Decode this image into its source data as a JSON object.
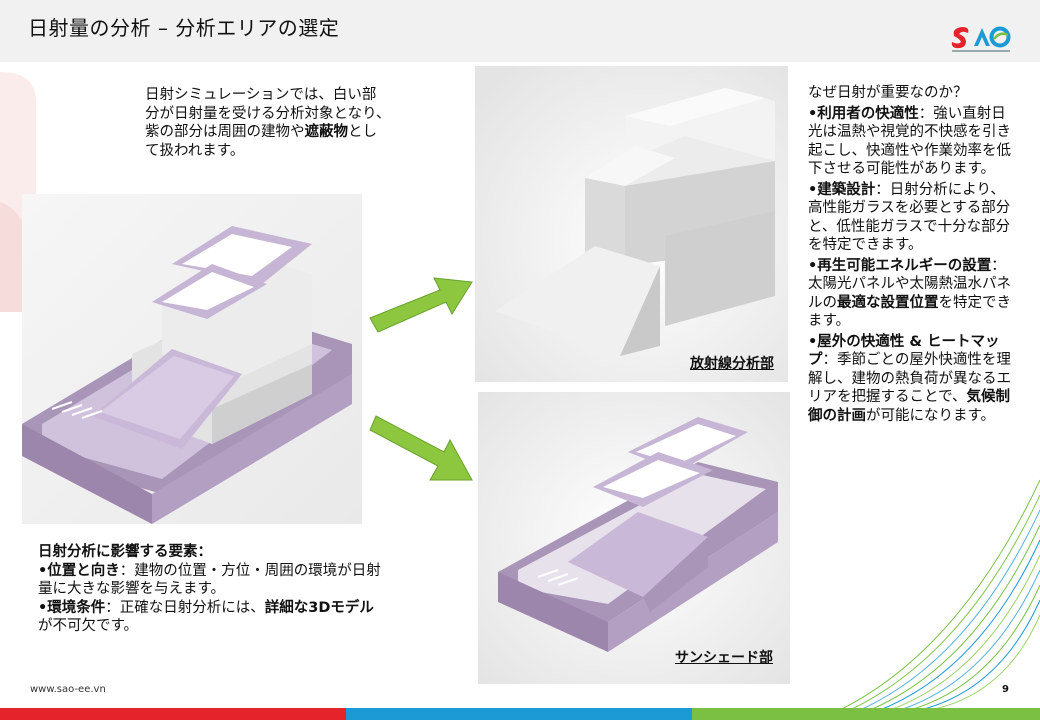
{
  "header": {
    "title": "日射量の分析 – 分析エリアの選定",
    "logo_text": "SAO"
  },
  "intro": {
    "line1": "日射シミュレーションでは、白い部",
    "line2": "分が日射量を受ける分析対象となり、",
    "line3_a": "紫の部分は周囲の建物や",
    "line3_b": "遮蔽物",
    "line3_c": "とし",
    "line4": "て扱われます。"
  },
  "factors": {
    "heading": "日射分析に影響する要素：",
    "item1_term": "•位置と向き",
    "item1_text_a": "：建物の位置・方位・周囲の環境が日射",
    "item1_text_b": "量に大きな影響を与えます。",
    "item2_term": "•環境条件",
    "item2_text_a": "：正確な日射分析には、",
    "item2_bold": "詳細な3Dモデル",
    "item2_text_b": "が不可欠です。"
  },
  "why": {
    "heading": "なぜ日射が重要なのか？",
    "b1_term": "•利用者の快適性",
    "b1_l1": "：強い直射日",
    "b1_l2": "光は温熱や視覚的不快感を引き",
    "b1_l3": "起こし、快適性や作業効率を低",
    "b1_l4": "下させる可能性があります。",
    "b2_term": "•建築設計",
    "b2_l1": "：日射分析により、",
    "b2_l2": "高性能ガラスを必要とする部分",
    "b2_l3": "と、低性能ガラスで十分な部分",
    "b2_l4": "を特定できます。",
    "b3_term": "•再生可能エネルギーの設置",
    "b3_l1": "：",
    "b3_l2": "太陽光パネルや太陽熱温水パネ",
    "b3_l3_a": "ルの",
    "b3_l3_b": "最適な設置位置",
    "b3_l3_c": "を特定でき",
    "b3_l4": "ます。",
    "b4_term": "•屋外の快適性 & ヒートマッ",
    "b4_l1": "プ",
    "b4_l1_b": "：季節ごとの屋外快適性を理",
    "b4_l2": "解し、建物の熱負荷が異なるエ",
    "b4_l3_a": "リアを把握することで、",
    "b4_l3_b": "気候制",
    "b4_l4_a": "御の計画",
    "b4_l4_b": "が可能になります。"
  },
  "captions": {
    "radiation": "放射線分析部",
    "sunshade": "サンシェード部"
  },
  "footer": {
    "url": "www.sao-ee.vn",
    "page": "9"
  },
  "colors": {
    "purple": "#b8a3c8",
    "purple_dark": "#8f7aa3",
    "arrow_green": "#8dc63f",
    "bar_red": "#e5232a",
    "bar_blue": "#1b9ad6",
    "bar_green": "#7bc043"
  }
}
